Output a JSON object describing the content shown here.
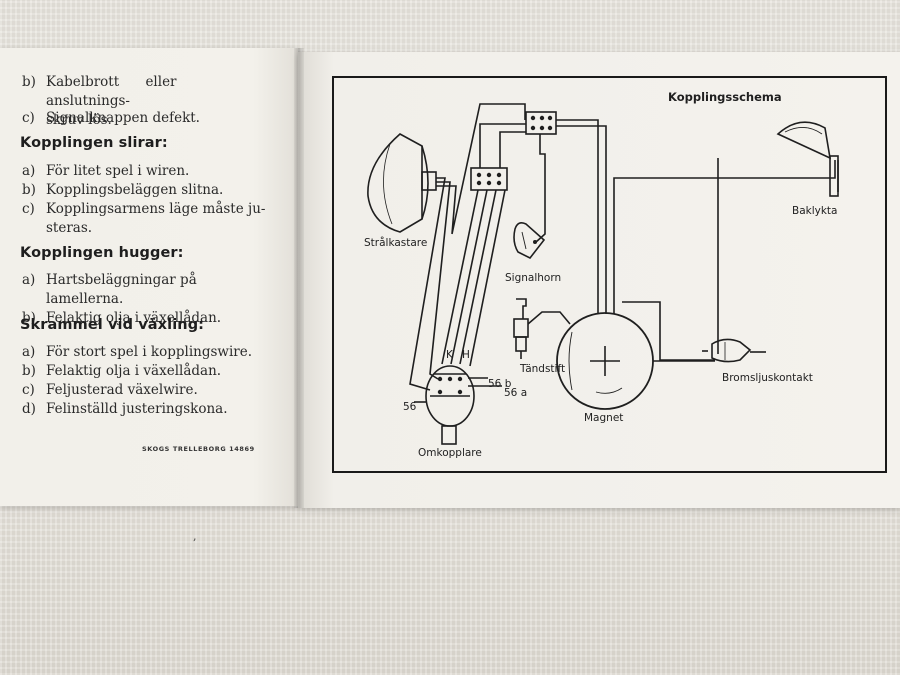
{
  "left_page": {
    "cont_items": [
      {
        "label": "b)",
        "line1": "Kabelbrott eller anslutnings-",
        "line2": "skruv lös."
      },
      {
        "label": "c)",
        "text": "Signalknappen defekt."
      }
    ],
    "sections": [
      {
        "heading": "Kopplingen slirar:",
        "items": [
          {
            "label": "a)",
            "text": "För litet spel i wiren."
          },
          {
            "label": "b)",
            "text": "Kopplingsbeläggen slitna."
          },
          {
            "label": "c)",
            "line1": "Kopplingsarmens läge måste ju-",
            "line2": "steras."
          }
        ]
      },
      {
        "heading": "Kopplingen hugger:",
        "items": [
          {
            "label": "a)",
            "text": "Hartsbeläggningar på lamellerna."
          },
          {
            "label": "b)",
            "text": "Felaktig olja i växellådan."
          }
        ]
      },
      {
        "heading": "Skrammel vid växling:",
        "items": [
          {
            "label": "a)",
            "text": "För stort spel i kopplingswire."
          },
          {
            "label": "b)",
            "text": "Felaktig olja i växellådan."
          },
          {
            "label": "c)",
            "text": "Feljusterad växelwire."
          },
          {
            "label": "d)",
            "text": "Felinställd justeringskona."
          }
        ]
      }
    ],
    "printer": "SKOGS TRELLEBORG 14869"
  },
  "diagram": {
    "title": "Kopplingsschema",
    "labels": {
      "stralkastare": "Strålkastare",
      "signalhorn": "Signalhorn",
      "tandstift": "Tändstift",
      "magnet": "Magnet",
      "baklykta": "Baklykta",
      "bromsljuskontakt": "Bromsljuskontakt",
      "omkopplare": "Omkopplare",
      "k": "K",
      "h": "H",
      "t56b": "56 b",
      "t56a": "56 a",
      "t56": "56"
    }
  }
}
